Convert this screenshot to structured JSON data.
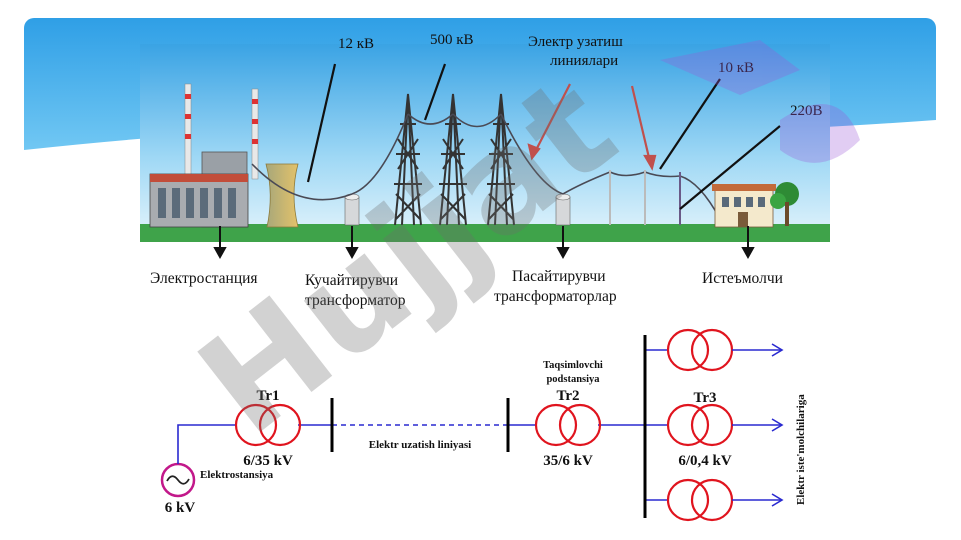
{
  "scene": {
    "voltage_labels": {
      "v12": "12 кВ",
      "v500": "500 кВ",
      "lines_title_1": "Электр узатиш",
      "lines_title_2": "линиялари",
      "v10": "10 кВ",
      "v220": "220В"
    },
    "bottom_labels": {
      "station": "Электростанция",
      "step_up_1": "Кучайтирувчи",
      "step_up_2": "трансформатор",
      "step_down_1": "Пасайтирувчи",
      "step_down_2": "трансформаторлар",
      "consumer": "Истеъмолчи"
    }
  },
  "diagram": {
    "tr1": {
      "name": "Tr1",
      "ratio": "6/35 kV"
    },
    "tr2": {
      "name": "Tr2",
      "ratio": "35/6 kV",
      "caption_1": "Taqsimlovchi",
      "caption_2": "podstansiya"
    },
    "tr3": {
      "name": "Tr3",
      "ratio": "6/0,4 kV"
    },
    "line_label": "Elektr uzatish liniyasi",
    "generator_label": "Elektrostansiya",
    "generator_voltage": "6 kV",
    "consumers_label": "Elektr iste'molchilariga"
  },
  "watermark": {
    "text": "Hujjat"
  },
  "colors": {
    "transformer": "#e0141e",
    "bus": "#2a2ad0",
    "ground": "#3fa34a",
    "sky": "#3aa9ea"
  }
}
